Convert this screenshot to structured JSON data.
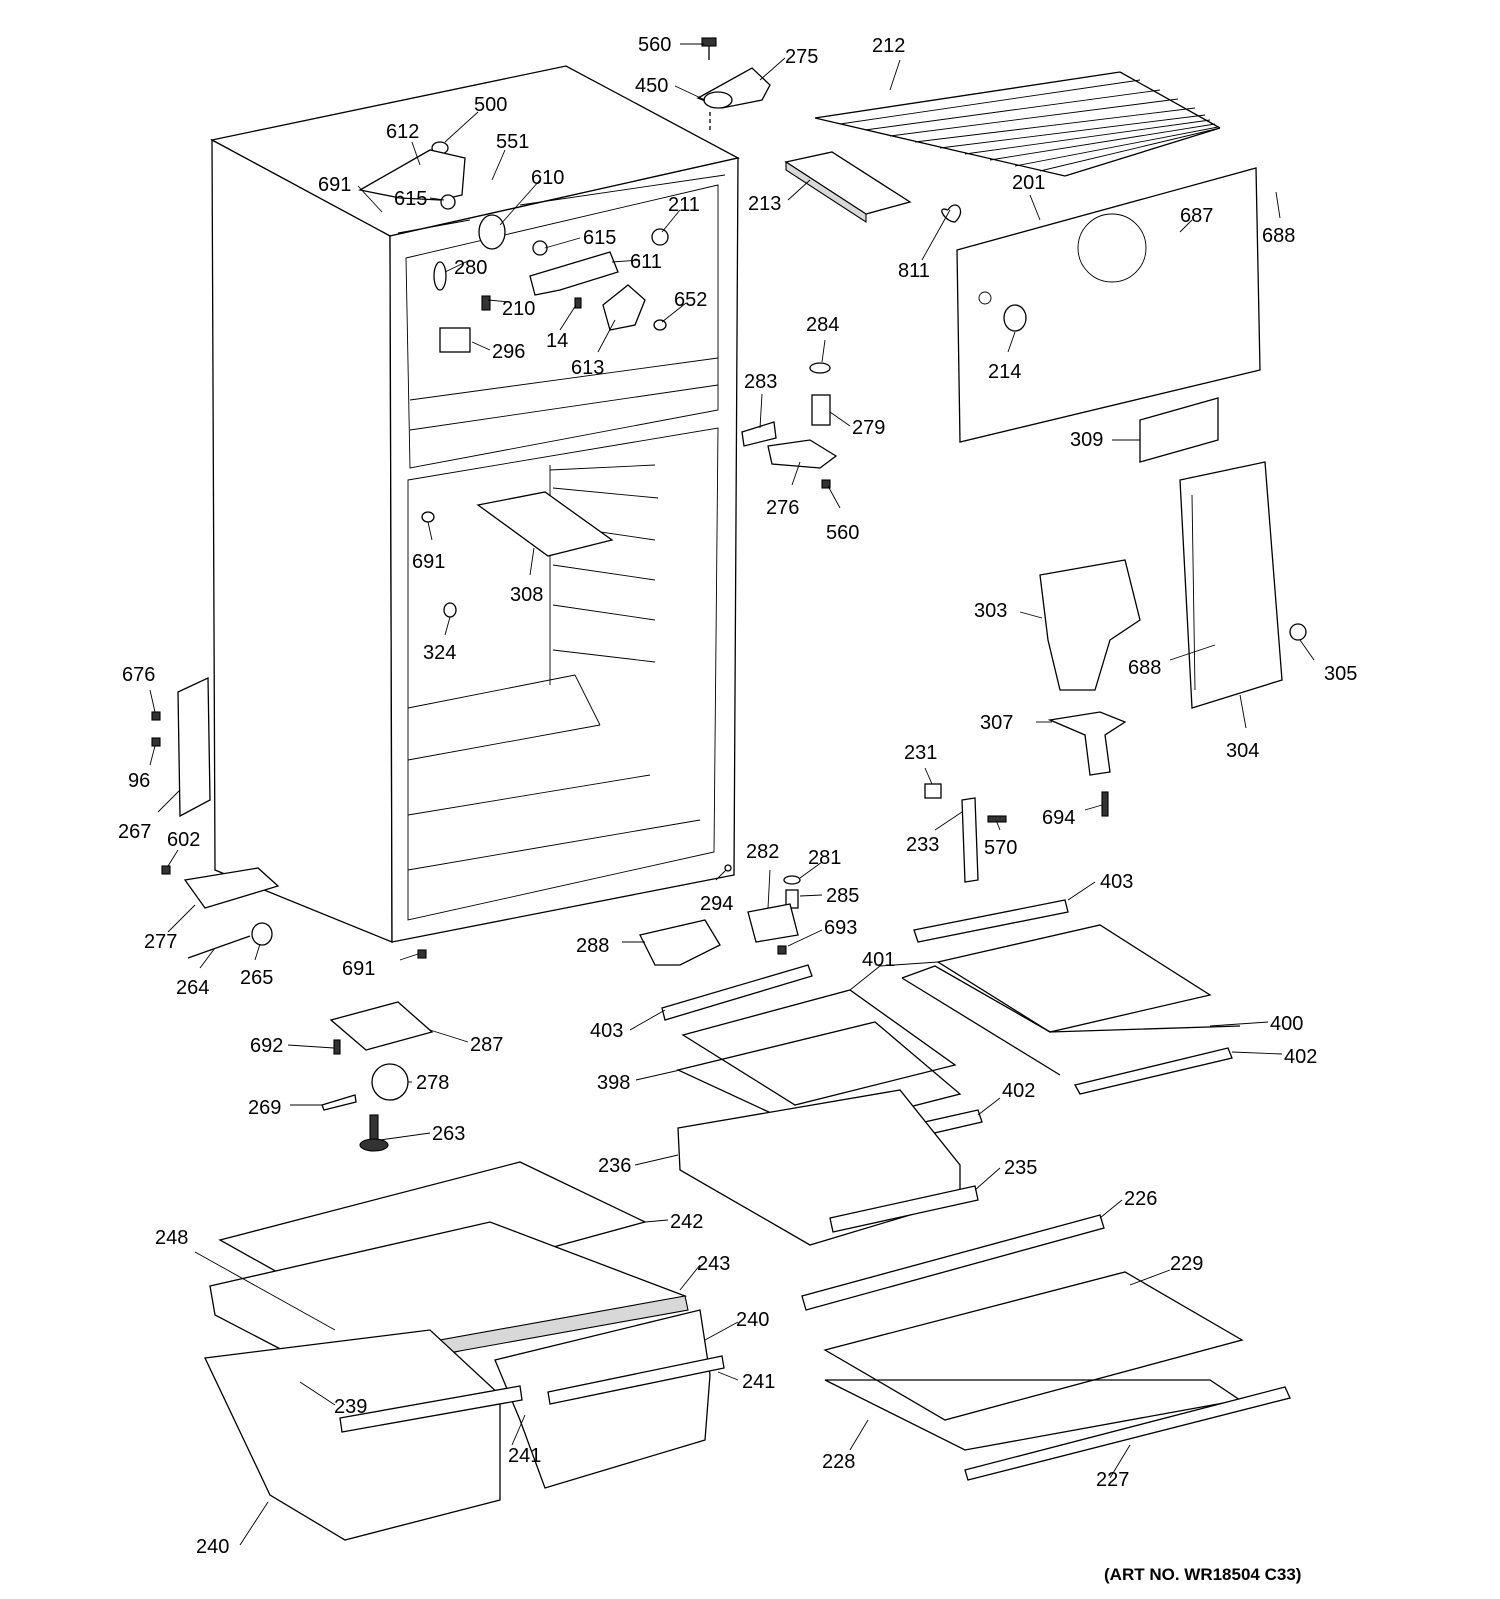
{
  "art_number": "(ART NO. WR18504 C33)",
  "labels": {
    "l560a": "560",
    "l275": "275",
    "l450": "450",
    "l212": "212",
    "l500": "500",
    "l612": "612",
    "l551": "551",
    "l691a": "691",
    "l615a": "615",
    "l610": "610",
    "l280": "280",
    "l615b": "615",
    "l211": "211",
    "l611": "611",
    "l213": "213",
    "l201": "201",
    "l687": "687",
    "l688a": "688",
    "l811": "811",
    "l210": "210",
    "l14": "14",
    "l652": "652",
    "l296": "296",
    "l613": "613",
    "l284": "284",
    "l214": "214",
    "l283": "283",
    "l279": "279",
    "l309": "309",
    "l276": "276",
    "l560b": "560",
    "l691b": "691",
    "l308": "308",
    "l324": "324",
    "l303": "303",
    "l688b": "688",
    "l305": "305",
    "l304": "304",
    "l307": "307",
    "l676": "676",
    "l96": "96",
    "l267": "267",
    "l602": "602",
    "l277": "277",
    "l264": "264",
    "l265": "265",
    "l691c": "691",
    "l231": "231",
    "l233": "233",
    "l570": "570",
    "l694": "694",
    "l282": "282",
    "l281": "281",
    "l285": "285",
    "l294": "294",
    "l693": "693",
    "l288": "288",
    "l403a": "403",
    "l401": "401",
    "l403b": "403",
    "l400": "400",
    "l402a": "402",
    "l692": "692",
    "l287": "287",
    "l398": "398",
    "l278": "278",
    "l269": "269",
    "l402b": "402",
    "l263": "263",
    "l236": "236",
    "l235": "235",
    "l226": "226",
    "l242": "242",
    "l248": "248",
    "l243": "243",
    "l229": "229",
    "l240a": "240",
    "l241a": "241",
    "l239": "239",
    "l241b": "241",
    "l240b": "240",
    "l228": "228",
    "l227": "227"
  }
}
